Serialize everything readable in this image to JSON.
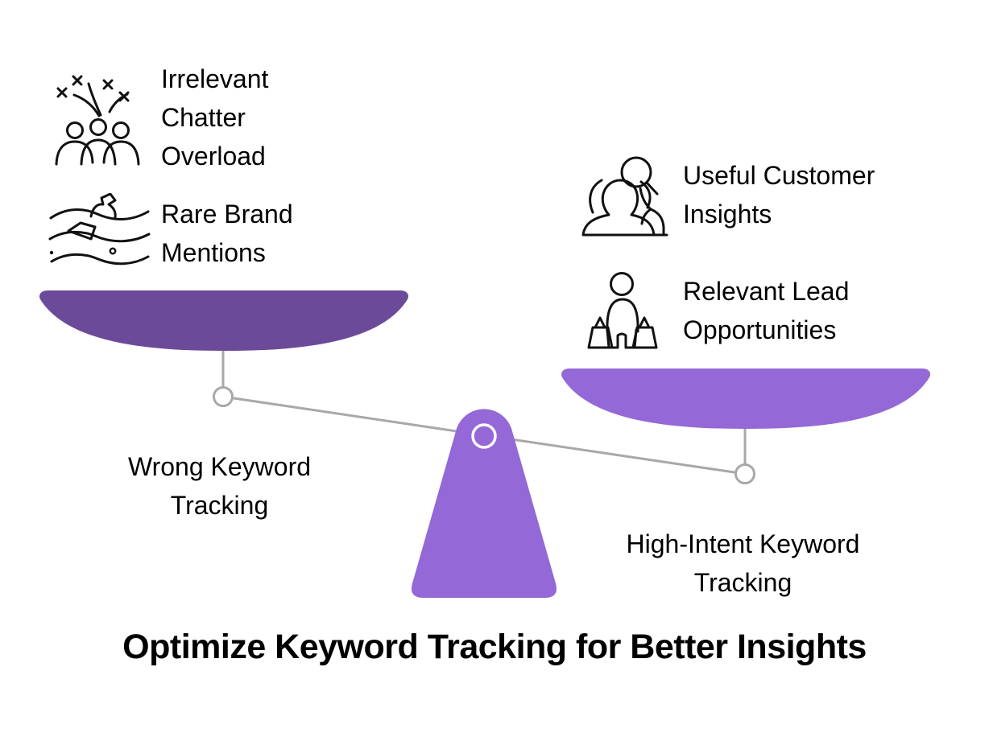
{
  "title": "Optimize Keyword Tracking for Better Insights",
  "left_side": {
    "pan_label": "Wrong Keyword Tracking",
    "items": [
      {
        "icon": "crowd-noise-icon",
        "label": "Irrelevant Chatter Overload"
      },
      {
        "icon": "waves-bottle-icon",
        "label": "Rare Brand Mentions"
      }
    ]
  },
  "right_side": {
    "pan_label": "High-Intent Keyword Tracking",
    "items": [
      {
        "icon": "customer-magnifier-icon",
        "label": "Useful Customer Insights"
      },
      {
        "icon": "shopper-bags-icon",
        "label": "Relevant Lead Opportunities"
      }
    ]
  },
  "colors": {
    "left_pan": "#6b4b99",
    "right_pan": "#9468d6",
    "fulcrum": "#9468d6",
    "beam": "#a8a8a8",
    "pivot_fill": "#ffffff",
    "fulcrum_ring": "#ffffff",
    "icon_stroke": "#111111",
    "text": "#000000",
    "background": "#ffffff"
  }
}
